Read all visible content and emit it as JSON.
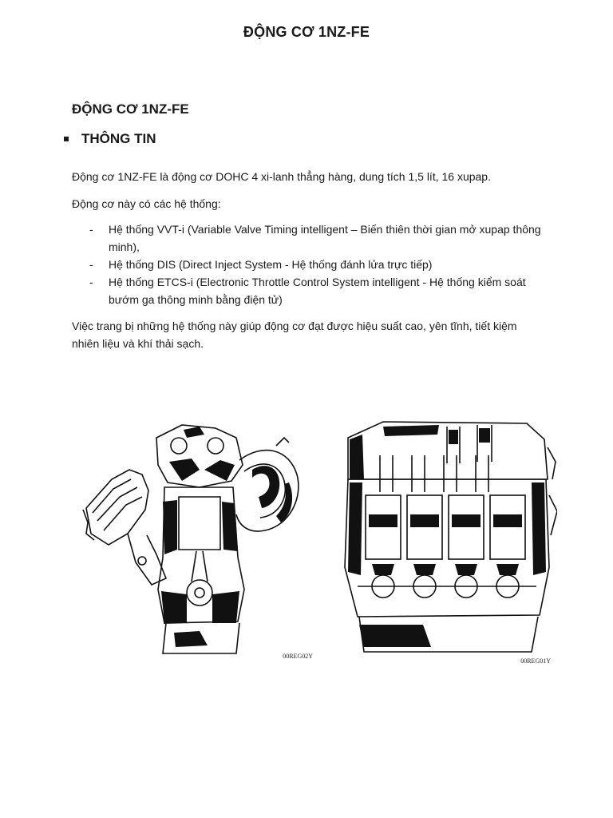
{
  "document": {
    "title": "ĐỘNG CƠ 1NZ-FE",
    "section_title": "ĐỘNG CƠ 1NZ-FE",
    "subsection_title": "THÔNG TIN",
    "paragraph_1": "Động cơ 1NZ-FE là động cơ DOHC 4 xi-lanh thẳng hàng, dung tích 1,5 lít, 16 xupap.",
    "paragraph_2": "Động cơ này có các hệ thống:",
    "list_dash": "-",
    "systems": [
      " Hệ thống VVT-i (Variable Valve Timing intelligent – Biến thiên thời gian mở xupap thông minh),",
      "Hệ thống DIS (Direct Inject System - Hệ thống đánh lửa trực tiếp)",
      "Hệ thống ETCS-i (Electronic Throttle Control System intelligent - Hệ thống kiểm soát bướm ga thông minh bằng điện tử)"
    ],
    "paragraph_3": "Việc trang bị những hệ thống này giúp động cơ đạt được hiệu suất cao, yên tĩnh, tiết kiệm nhiên liệu và khí thải sạch."
  },
  "figures": {
    "side_view_code": "00REG02Y",
    "front_view_code": "00REG01Y"
  },
  "colors": {
    "text": "#1a1a1a",
    "ink": "#111111",
    "background": "#ffffff"
  }
}
